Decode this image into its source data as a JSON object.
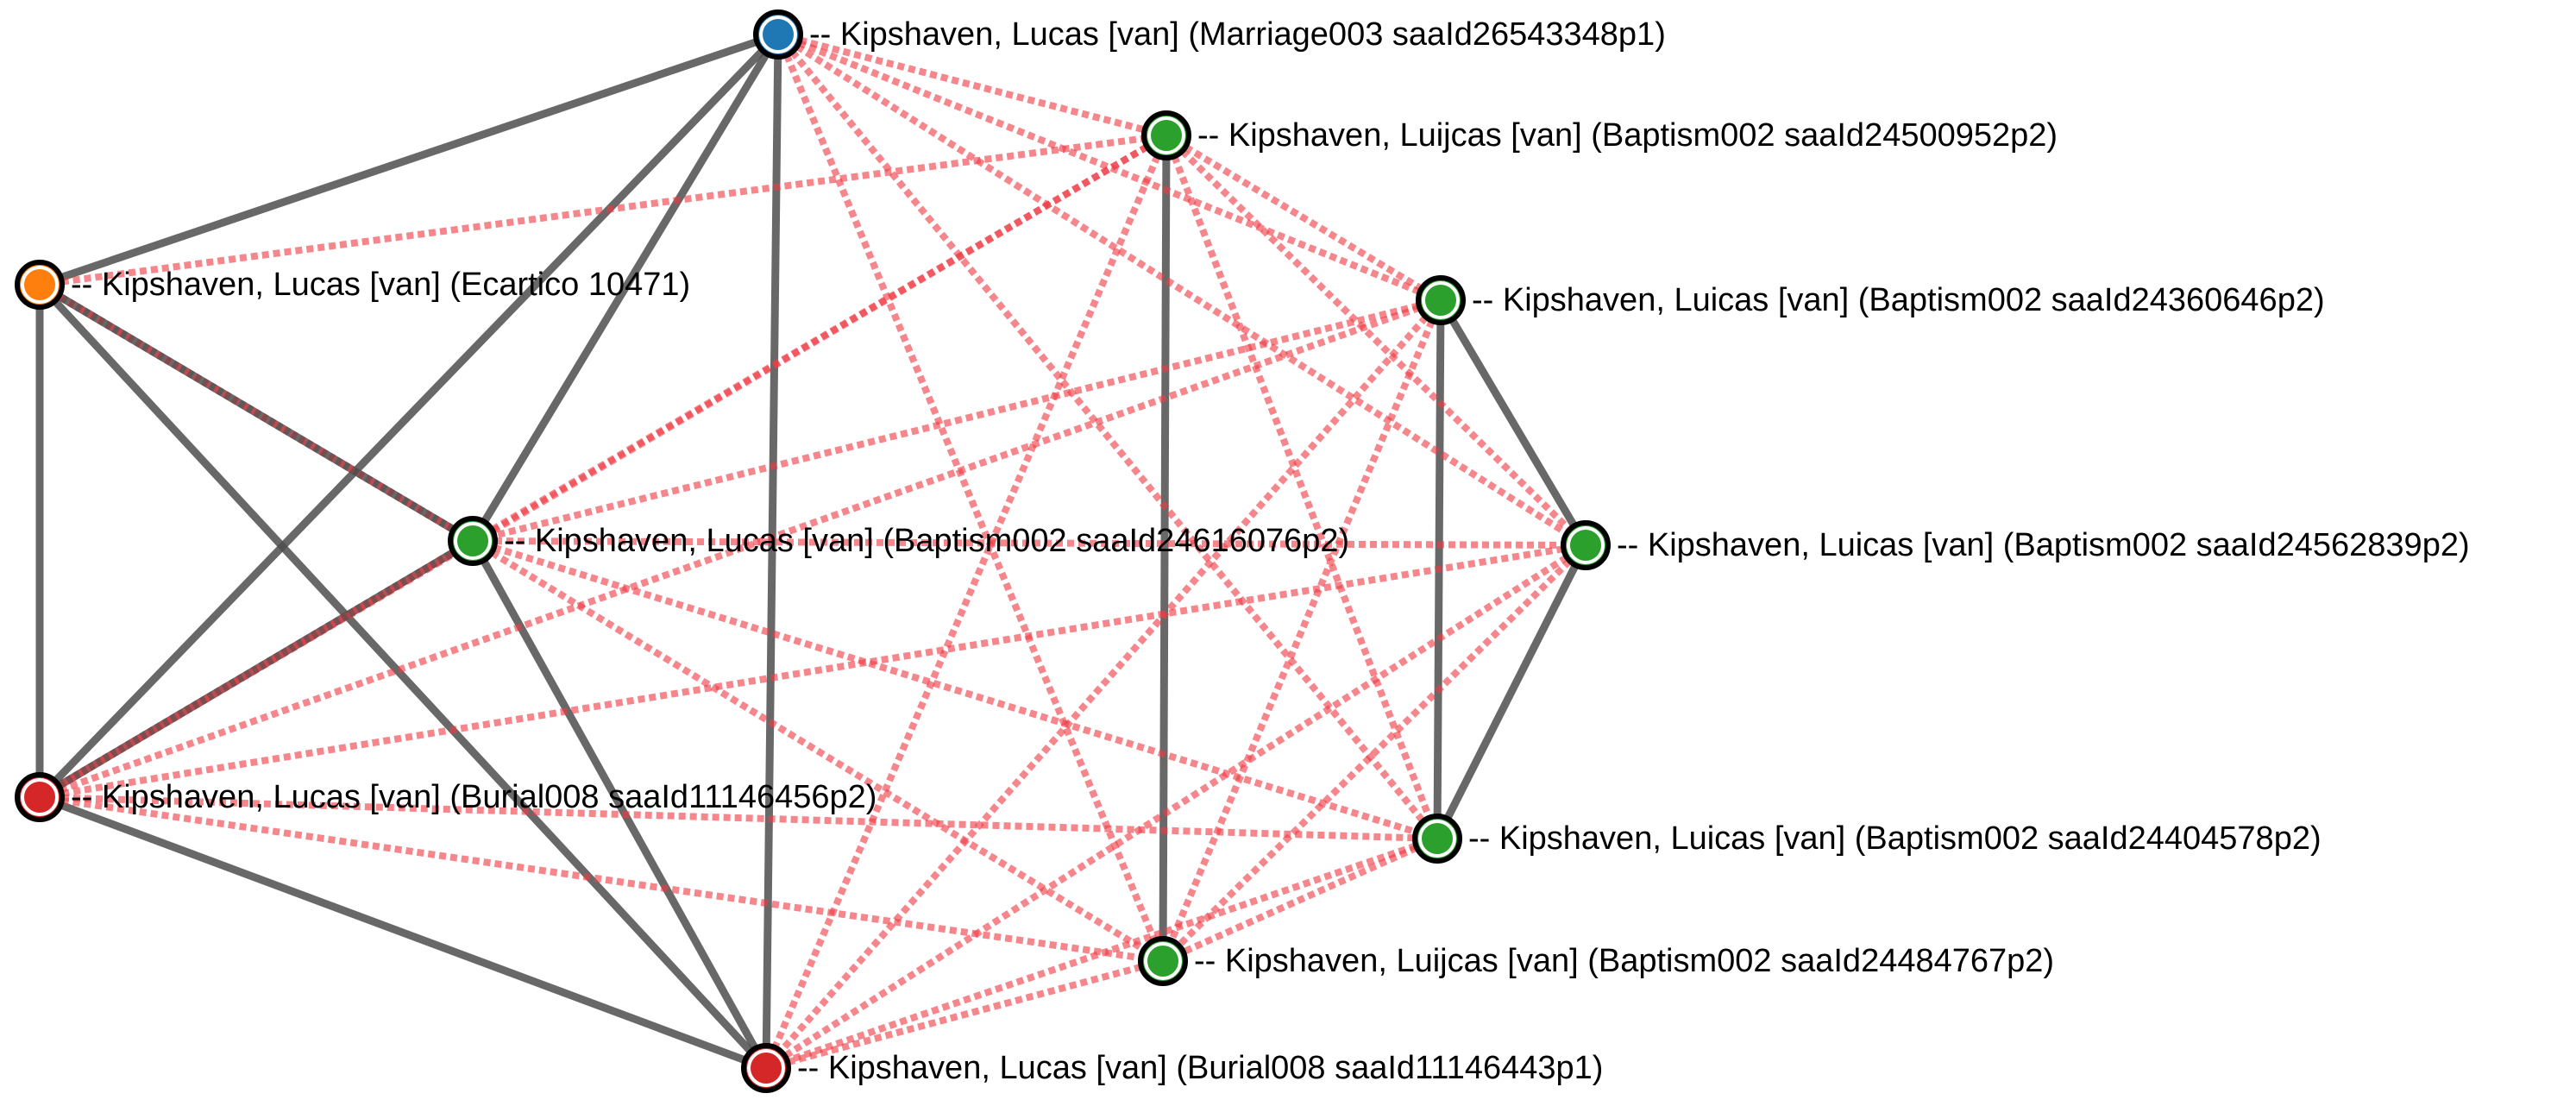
{
  "colors": {
    "blue": "#1f77b4",
    "green": "#2ca02c",
    "orange": "#ff7f0e",
    "red": "#d62728",
    "solid_edge": "#4d4d4d",
    "dashed_edge": "#ef3b46"
  },
  "nodes": [
    {
      "id": "n1",
      "label": "-- Kipshaven, Lucas [van] (Marriage003 saaId26543348p1)",
      "color": "blue"
    },
    {
      "id": "n2",
      "label": "-- Kipshaven, Luijcas [van] (Baptism002 saaId24500952p2)",
      "color": "green"
    },
    {
      "id": "n3",
      "label": "-- Kipshaven, Luicas [van] (Baptism002 saaId24360646p2)",
      "color": "green"
    },
    {
      "id": "n4",
      "label": "-- Kipshaven, Lucas [van] (Ecartico 10471)",
      "color": "orange"
    },
    {
      "id": "n5",
      "label": "-- Kipshaven, Lucas [van] (Baptism002 saaId24616076p2)",
      "color": "green"
    },
    {
      "id": "n6",
      "label": "-- Kipshaven, Luicas [van] (Baptism002 saaId24562839p2)",
      "color": "green"
    },
    {
      "id": "n7",
      "label": "-- Kipshaven, Lucas [van] (Burial008 saaId11146456p2)",
      "color": "red"
    },
    {
      "id": "n8",
      "label": "-- Kipshaven, Luicas [van] (Baptism002 saaId24404578p2)",
      "color": "green"
    },
    {
      "id": "n9",
      "label": "-- Kipshaven, Luijcas [van] (Baptism002 saaId24484767p2)",
      "color": "green"
    },
    {
      "id": "n10",
      "label": "-- Kipshaven, Lucas [van] (Burial008 saaId11146443p1)",
      "color": "red"
    }
  ],
  "edges": {
    "solid": [
      [
        "n1",
        "n4"
      ],
      [
        "n1",
        "n5"
      ],
      [
        "n1",
        "n7"
      ],
      [
        "n1",
        "n10"
      ],
      [
        "n4",
        "n7"
      ],
      [
        "n4",
        "n5"
      ],
      [
        "n4",
        "n10"
      ],
      [
        "n5",
        "n7"
      ],
      [
        "n5",
        "n10"
      ],
      [
        "n7",
        "n10"
      ],
      [
        "n2",
        "n9"
      ],
      [
        "n3",
        "n6"
      ],
      [
        "n3",
        "n8"
      ],
      [
        "n6",
        "n8"
      ]
    ],
    "dashed": [
      [
        "n1",
        "n2"
      ],
      [
        "n1",
        "n3"
      ],
      [
        "n1",
        "n6"
      ],
      [
        "n1",
        "n8"
      ],
      [
        "n1",
        "n9"
      ],
      [
        "n4",
        "n2"
      ],
      [
        "n4",
        "n5"
      ],
      [
        "n2",
        "n3"
      ],
      [
        "n2",
        "n6"
      ],
      [
        "n2",
        "n8"
      ],
      [
        "n2",
        "n5"
      ],
      [
        "n2",
        "n7"
      ],
      [
        "n2",
        "n10"
      ],
      [
        "n3",
        "n5"
      ],
      [
        "n3",
        "n7"
      ],
      [
        "n3",
        "n9"
      ],
      [
        "n3",
        "n10"
      ],
      [
        "n5",
        "n6"
      ],
      [
        "n5",
        "n8"
      ],
      [
        "n5",
        "n9"
      ],
      [
        "n5",
        "n7"
      ],
      [
        "n6",
        "n7"
      ],
      [
        "n6",
        "n9"
      ],
      [
        "n6",
        "n10"
      ],
      [
        "n7",
        "n8"
      ],
      [
        "n7",
        "n9"
      ],
      [
        "n7",
        "n5"
      ],
      [
        "n8",
        "n10"
      ],
      [
        "n8",
        "n9"
      ],
      [
        "n9",
        "n10"
      ],
      [
        "n10",
        "n6"
      ],
      [
        "n10",
        "n2"
      ]
    ]
  }
}
